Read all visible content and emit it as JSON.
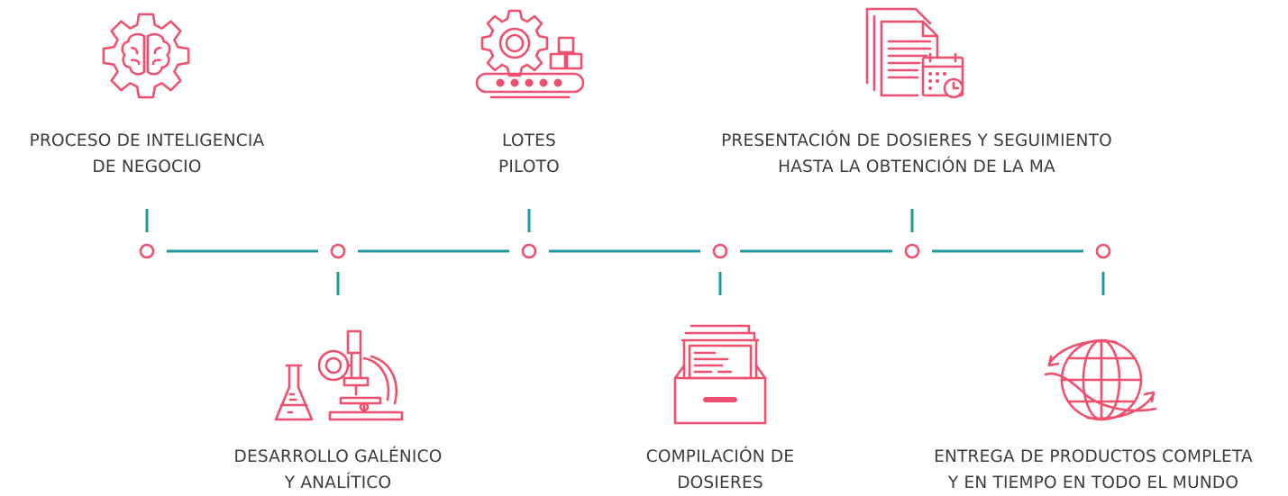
{
  "colors": {
    "accent": "#f0506e",
    "connector": "#20999e",
    "text": "#3c3c3c"
  },
  "steps": [
    {
      "position": "top",
      "label": "PROCESO DE INTELIGENCIA\nDE NEGOCIO",
      "icon": "brain-gear-icon"
    },
    {
      "position": "bottom",
      "label": "DESARROLLO GALÉNICO\nY ANALÍTICO",
      "icon": "microscope-flask-icon"
    },
    {
      "position": "top",
      "label": "LOTES\nPILOTO",
      "icon": "gear-conveyor-icon"
    },
    {
      "position": "bottom",
      "label": "COMPILACIÓN DE\nDOSIERES",
      "icon": "file-drawer-icon"
    },
    {
      "position": "top",
      "label": "PRESENTACIÓN DE DOSIERES Y SEGUIMIENTO\nHASTA LA OBTENCIÓN DE LA MA",
      "icon": "documents-calendar-icon"
    },
    {
      "position": "bottom",
      "label": "ENTREGA DE PRODUCTOS COMPLETA\nY EN TIEMPO EN TODO EL MUNDO",
      "icon": "globe-icon"
    }
  ]
}
